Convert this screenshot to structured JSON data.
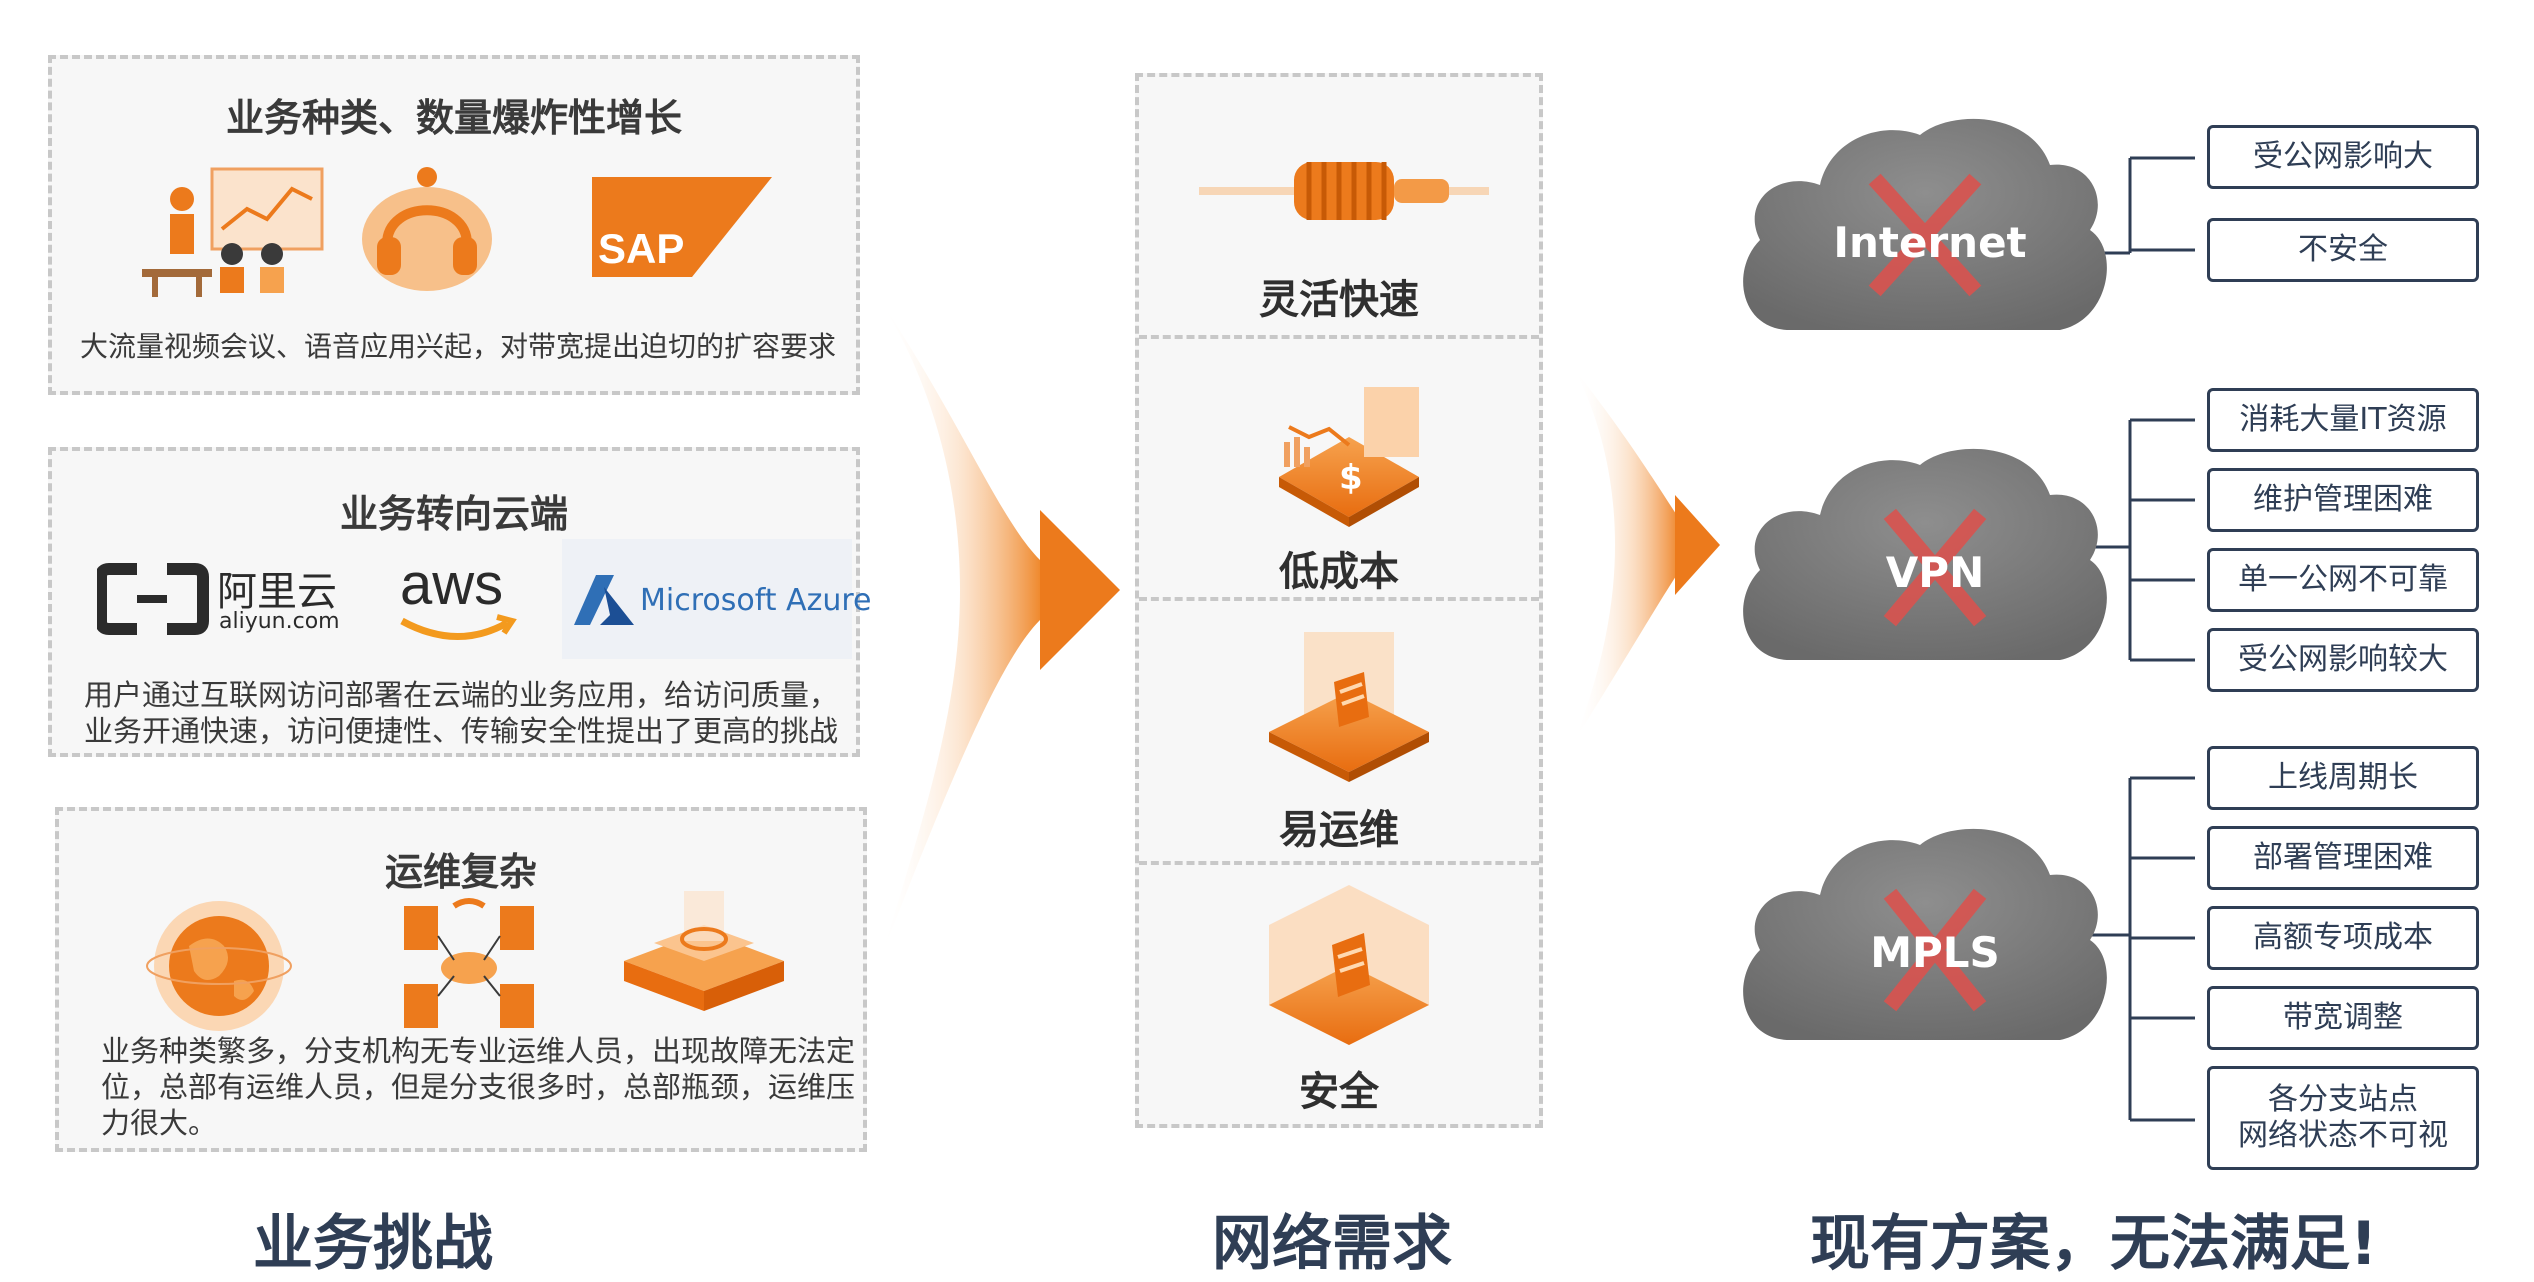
{
  "challenges": {
    "panel1": {
      "title": "业务种类、数量爆炸性增长",
      "text": "大流量视频会议、语音应用兴起，对带宽提出迫切的扩容要求",
      "sap_logo": "SAP"
    },
    "panel2": {
      "title": "业务转向云端",
      "aliyun_cn": "阿里云",
      "aliyun_en": "aliyun.com",
      "aws": "aws",
      "azure": "Microsoft Azure",
      "text_line1": "用户通过互联网访问部署在云端的业务应用，给访问质量，",
      "text_line2": "业务开通快速，访问便捷性、传输安全性提出了更高的挑战"
    },
    "panel3": {
      "title": "运维复杂",
      "text_line1": "业务种类繁多，分支机构无专业运维人员，出现故障无法定",
      "text_line2": "位，总部有运维人员，但是分支很多时，总部瓶颈，运维压",
      "text_line3": "力很大。"
    },
    "bottom_title": "业务挑战"
  },
  "needs": {
    "items": [
      "灵活快速",
      "低成本",
      "易运维",
      "安全"
    ],
    "bottom_title": "网络需求"
  },
  "solutions": {
    "clouds": [
      {
        "label": "Internet",
        "issues": [
          "受公网影响大",
          "不安全"
        ]
      },
      {
        "label": "VPN",
        "issues": [
          "消耗大量IT资源",
          "维护管理困难",
          "单一公网不可靠",
          "受公网影响较大"
        ]
      },
      {
        "label": "MPLS",
        "issues": [
          "上线周期长",
          "部署管理困难",
          "高额专项成本",
          "带宽调整",
          "各分支站点",
          "网络状态不可视"
        ]
      }
    ],
    "bottom_title": "现有方案，无法满足!"
  },
  "colors": {
    "accent_orange": "#ec7a1c",
    "cloud_gray": "#7a7a7a",
    "cross_red": "#d9534f",
    "navy": "#2f3e55",
    "azure_blue": "#2f6fb6"
  }
}
